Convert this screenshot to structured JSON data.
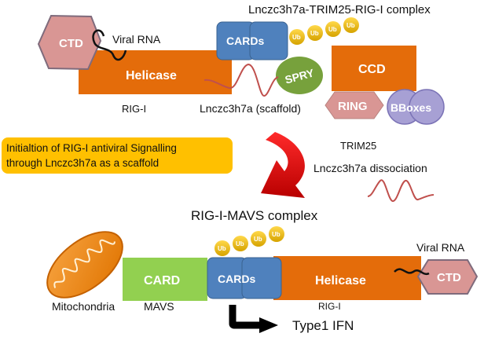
{
  "top_title": "Lnczc3h7a-TRIM25-RIG-I complex",
  "top": {
    "ctd": "CTD",
    "viral_rna": "Viral RNA",
    "helicase": "Helicase",
    "rig_i": "RIG-I",
    "cards": "CARDs",
    "ub": "Ub",
    "spry": "SPRY",
    "ccd": "CCD",
    "ring": "RING",
    "bboxes": "BBoxes",
    "scaffold": "Lnczc3h7a (scaffold)",
    "trim25": "TRIM25"
  },
  "callout": {
    "line1": "Initialtion of RIG-I antiviral Signalling",
    "line2": "through Lnczc3h7a as a scaffold"
  },
  "dissociation": "Lnczc3h7a dissociation",
  "bottom_title": "RIG-I-MAVS complex",
  "bottom": {
    "mitochondria": "Mitochondria",
    "card": "CARD",
    "mavs": "MAVS",
    "cards": "CARDs",
    "ub": "Ub",
    "helicase": "Helicase",
    "rig_i": "RIG-I",
    "viral_rna": "Viral RNA",
    "ctd": "CTD",
    "ifn": "Type1 IFN"
  },
  "colors": {
    "helicase": "#e46c0a",
    "cards": "#4f81bd",
    "ctd": "#d99694",
    "ub": "#e6b800",
    "spry": "#77a13c",
    "trim_purple": "#a7a0d4",
    "card_green": "#92d050",
    "rna": "#c0504d",
    "arrow_red": "#e20000",
    "callout": "#ffc000"
  }
}
